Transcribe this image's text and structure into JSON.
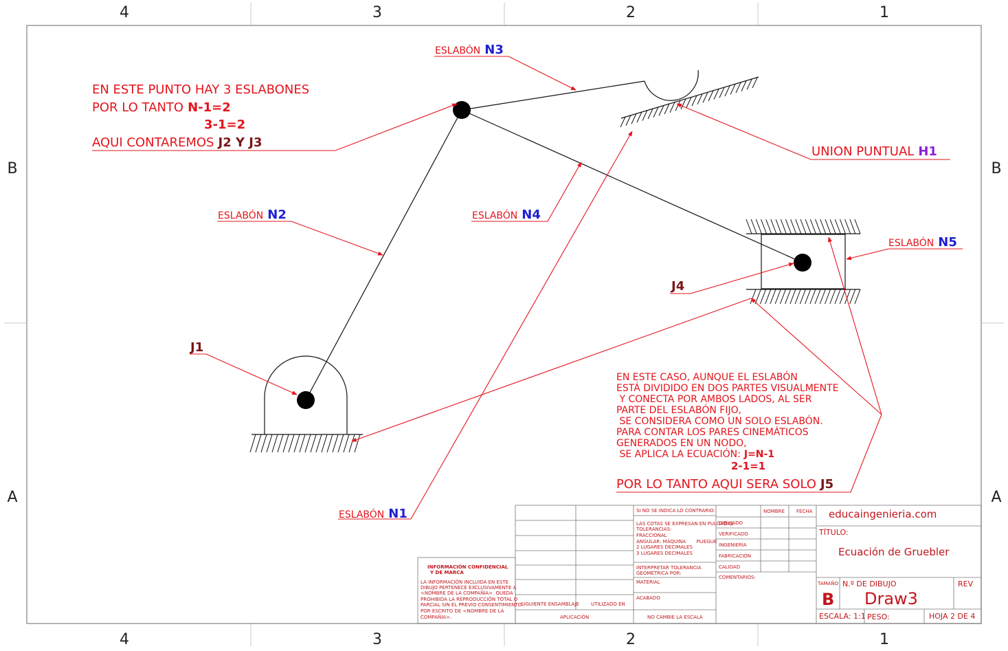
{
  "zones": {
    "top": [
      "4",
      "3",
      "2",
      "1"
    ],
    "bottom": [
      "4",
      "3",
      "2",
      "1"
    ],
    "left": [
      "B",
      "A"
    ],
    "right": [
      "B",
      "A"
    ]
  },
  "callouts": {
    "n3": {
      "prefix": "ESLABÓN",
      "code": "N3"
    },
    "n2": {
      "prefix": "ESLABÓN",
      "code": "N2"
    },
    "n4": {
      "prefix": "ESLABÓN",
      "code": "N4"
    },
    "n5": {
      "prefix": "ESLABÓN",
      "code": "N5"
    },
    "n1": {
      "prefix": "ESLABÓN",
      "code": "N1"
    },
    "h1": {
      "prefix": "UNION PUNTUAL",
      "code": "H1"
    },
    "j1": "J1",
    "j4": "J4"
  },
  "note_top": {
    "line1": "EN ESTE PUNTO HAY 3 ESLABONES",
    "line2_prefix": "POR LO TANTO",
    "line2_eq": "N-1=2",
    "line3": "3-1=2",
    "line4_prefix": "AQUI CONTAREMOS",
    "line4_joints": "J2 Y J3"
  },
  "note_bottom": {
    "lines": [
      "EN ESTE CASO, AUNQUE EL ESLABÓN",
      "ESTÁ DIVIDIDO EN DOS PARTES VISUALMENTE",
      " Y CONECTA POR AMBOS LADOS, AL SER",
      "PARTE DEL ESLABÓN FIJO,",
      " SE CONSIDERA COMO UN SOLO ESLABÓN.",
      "PARA CONTAR LOS PARES CINEMÁTICOS",
      "GENERADOS EN UN NODO,"
    ],
    "eq_prefix": " SE APLICA LA ECUACIÓN:",
    "eq": "J=N-1",
    "eq2": "2-1=1",
    "final_prefix": "POR LO TANTO AQUI SERA SOLO",
    "final_joint": "J5"
  },
  "title_block": {
    "confidential_title_1": "INFORMACIÓN CONFIDENCIAL",
    "confidential_title_2": "Y DE MARCA",
    "confidential_body": [
      "LA INFORMACIÓN INCLUIDA EN ESTE",
      "DIBUJO PERTENECE EXCLUSIVAMENTE A",
      "<NOMBRE DE LA COMPAÑÍA>. QUEDA",
      "PROHIBIDA LA REPRODUCCIÓN TOTAL O",
      "PARCIAL SIN EL PREVIO CONSENTIMIENTO",
      "POR ESCRITO DE <NOMBRE DE LA",
      "COMPAÑÍA>."
    ],
    "next_assembly": "SIGUIENTE ENSAMBLAJE",
    "used_in": "UTILIZADO EN",
    "application": "APLICACIÓN",
    "unless": "SI NO SE INDICA LO CONTRARIO:",
    "tolerance_lines": [
      "LAS COTAS SE EXPRESAN EN PULGADAS",
      "TOLERANCIAS:",
      "FRACCIONAL",
      "ANGULAR: MÁQUINA       PLIEGUE",
      "2 LUGARES DECIMALES",
      "3 LUGARES DECIMALES"
    ],
    "interpret_1": "INTERPRETAR TOLERANCIA",
    "interpret_2": "GEOMÉTRICA POR:",
    "material": "MATERIAL",
    "finish": "ACABADO",
    "no_scale": "NO CAMBIE LA ESCALA",
    "name_header": "NOMBRE",
    "date_header": "FECHA",
    "roles": [
      "DIBUJADO",
      "VERIFICADO",
      "INGENIERÍA",
      "FABRICACIÓN",
      "CALIDAD"
    ],
    "comments": "COMENTARIOS:",
    "website": "educaingenieria.com",
    "title_label": "TÍTULO:",
    "title": "Ecuación de Gruebler",
    "size_label": "TAMAÑO",
    "size": "B",
    "drawing_no_label": "N.º DE DIBUJO",
    "drawing_no": "Draw3",
    "rev_label": "REV",
    "scale": "ESCALA: 1:1",
    "weight": "PESO:",
    "sheet": "HOJA 2 DE 4"
  },
  "colors": {
    "annotation": "#e3141c",
    "link_label": "#1f1fd0",
    "joint_label": "#7a1616",
    "h1_label": "#8a1fd6",
    "line": "#111111"
  }
}
